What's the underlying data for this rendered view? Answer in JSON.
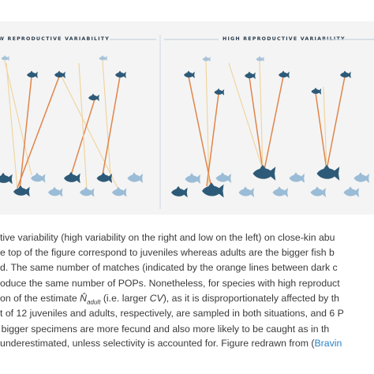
{
  "figure": {
    "panel_low_title": "W REPRODUCTIVE VARIABILITY",
    "panel_high_title": "HIGH REPRODUCTIVE VARIABILITY",
    "colors": {
      "background": "#f4f4f4",
      "dark_fish": "#2d5a78",
      "light_fish": "#9bbcd6",
      "pop_line": "#e0854a",
      "other_line": "#efd39a",
      "divider": "#c7d4de"
    }
  },
  "caption": {
    "line1": "tive variability (high variability on the right and low on the left) on close-kin abu",
    "line2": "e top of the figure correspond to juveniles whereas adults are the bigger fish b",
    "line3": "d. The same number of matches (indicated by the orange lines between dark c",
    "line4": "oduce the same number of POPs. Nonetheless, for species with high reproduct",
    "line5_a": "on of the estimate ",
    "line5_n": "N̂",
    "line5_sub": "adult",
    "line5_b": " (i.e. larger ",
    "line5_cv": "CV",
    "line5_c": "), as it is disproportionately affected by th",
    "line6": "t of 12 juveniles and adults, respectively, are sampled in both situations, and 6 P",
    "line7": "bigger specimens are more fecund and also more likely to be caught as in th",
    "line8_a": "underestimated, unless selectivity is accounted for. Figure redrawn from (",
    "line8_link": "Bravin"
  }
}
